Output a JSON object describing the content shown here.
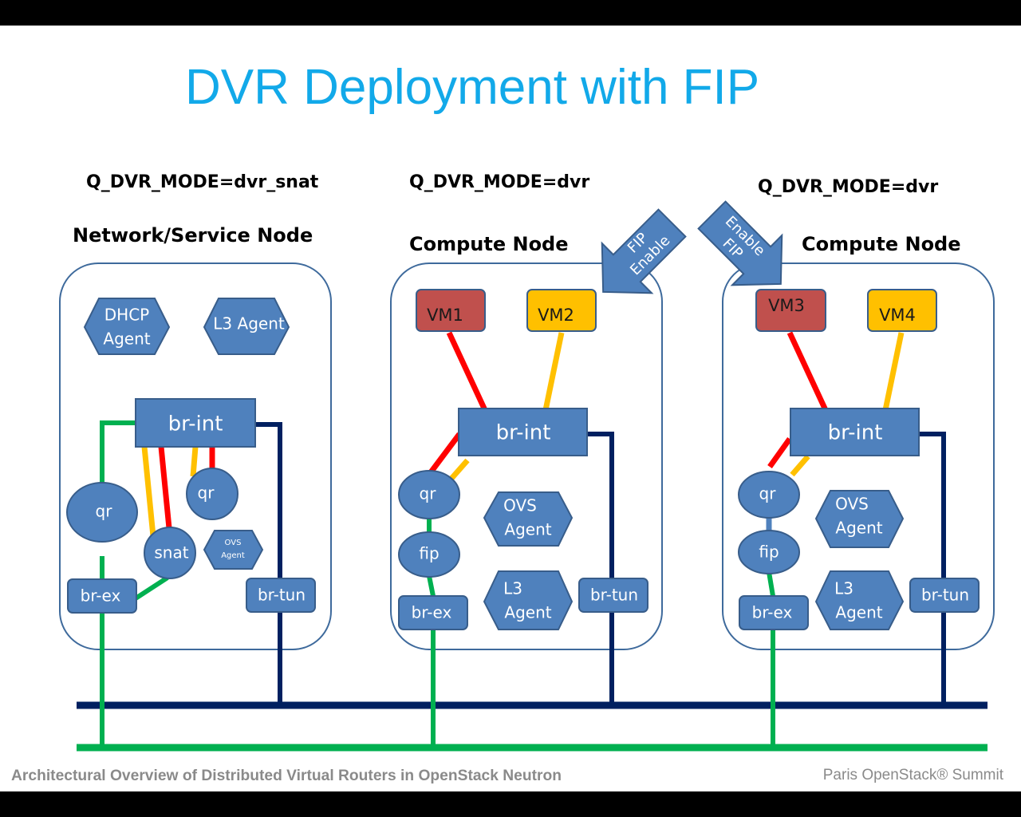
{
  "title": "DVR Deployment with FIP",
  "colors": {
    "title": "#12a9e9",
    "component": "#4f81bd",
    "vm_red": "#c0504d",
    "vm_yellow": "#ffc000",
    "link_red": "#ff0000",
    "link_yellow": "#ffc000",
    "external_net": "#00b050",
    "tunnel_net": "#002060"
  },
  "nodes": [
    {
      "mode": "Q_DVR_MODE=dvr_snat",
      "header": "Network/Service Node",
      "agents": {
        "dhcp": "DHCP Agent",
        "dhcp_line1": "DHCP",
        "dhcp_line2": "Agent",
        "l3": "L3 Agent",
        "ovs_line1": "OVS",
        "ovs_line2": "Agent"
      },
      "bridges": {
        "br_int": "br-int",
        "br_ex": "br-ex",
        "br_tun": "br-tun"
      },
      "namespaces": {
        "qr_left": "qr",
        "qr_right": "qr",
        "snat": "snat"
      }
    },
    {
      "mode": "Q_DVR_MODE=dvr",
      "header": "Compute Node",
      "vms": [
        "VM1",
        "VM2"
      ],
      "arrow_line1": "Enable",
      "arrow_line2": "FIP",
      "agents": {
        "ovs_line1": "OVS",
        "ovs_line2": "Agent",
        "l3_line1": "L3",
        "l3_line2": "Agent"
      },
      "bridges": {
        "br_int": "br-int",
        "br_ex": "br-ex",
        "br_tun": "br-tun"
      },
      "namespaces": {
        "qr": "qr",
        "fip": "fip"
      }
    },
    {
      "mode": "Q_DVR_MODE=dvr",
      "header": "Compute Node",
      "vms": [
        "VM3",
        "VM4"
      ],
      "arrow_line1": "Enable",
      "arrow_line2": "FIP",
      "agents": {
        "ovs_line1": "OVS",
        "ovs_line2": "Agent",
        "l3_line1": "L3",
        "l3_line2": "Agent"
      },
      "bridges": {
        "br_int": "br-int",
        "br_ex": "br-ex",
        "br_tun": "br-tun"
      },
      "namespaces": {
        "qr": "qr",
        "fip": "fip"
      }
    }
  ],
  "footer": {
    "left": "Architectural Overview of Distributed Virtual Routers in OpenStack Neutron",
    "right": "Paris OpenStack® Summit"
  }
}
